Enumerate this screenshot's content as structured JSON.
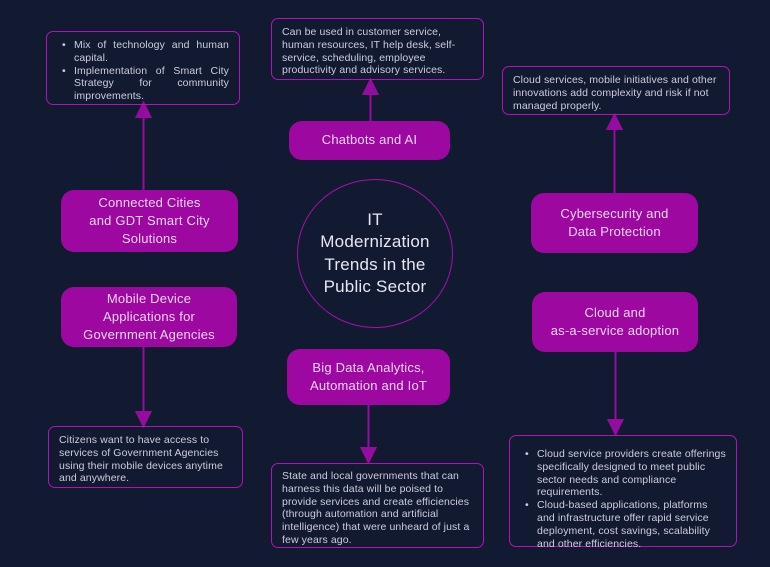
{
  "palette": {
    "background": "#121a31",
    "node_fill": "#9c08a0",
    "node_text": "#f0d6f3",
    "note_border": "#b014b8",
    "note_text": "#cfccdd",
    "arrow": "#940d9e",
    "circle_border": "#a411ab",
    "circle_text": "#e8e6f2"
  },
  "center_topic": {
    "title": "IT Modernization Trends in the Public Sector",
    "title_lines": [
      "IT",
      "Modernization",
      "Trends in the",
      "Public Sector"
    ]
  },
  "branches": {
    "connected_cities": {
      "label_lines": [
        "Connected Cities",
        "and GDT Smart City",
        "Solutions"
      ],
      "note_bullets": [
        "Mix of technology and human capital.",
        "Implementation of Smart City Strategy for community improvements."
      ]
    },
    "mobile_device_apps": {
      "label_lines": [
        "Mobile Device",
        "Applications for",
        "Government Agencies"
      ],
      "note": "Citizens want to have access to services of Government Agencies using their mobile devices anytime and anywhere."
    },
    "chatbots_ai": {
      "label_lines": [
        "Chatbots and AI"
      ],
      "note": "Can be used in customer service, human resources, IT help desk, self-service, scheduling, employee productivity and advisory services."
    },
    "big_data_iot": {
      "label_lines": [
        "Big Data Analytics,",
        "Automation and IoT"
      ],
      "note": "State and local governments that can harness this data will be poised to provide services and create efficiencies (through automation and artificial intelligence) that were unheard of just a few years ago."
    },
    "cybersecurity": {
      "label_lines": [
        "Cybersecurity and",
        "Data Protection"
      ],
      "note": "Cloud services, mobile initiatives and other innovations add complexity and risk if not managed properly."
    },
    "cloud_adoption": {
      "label_lines": [
        "Cloud and",
        "as-a-service adoption"
      ],
      "note_bullets": [
        "Cloud service providers create offerings specifically designed to meet public sector needs and compliance requirements.",
        "Cloud-based applications, platforms and infrastructure offer rapid service deployment, cost savings, scalability and other efficiencies."
      ]
    }
  }
}
